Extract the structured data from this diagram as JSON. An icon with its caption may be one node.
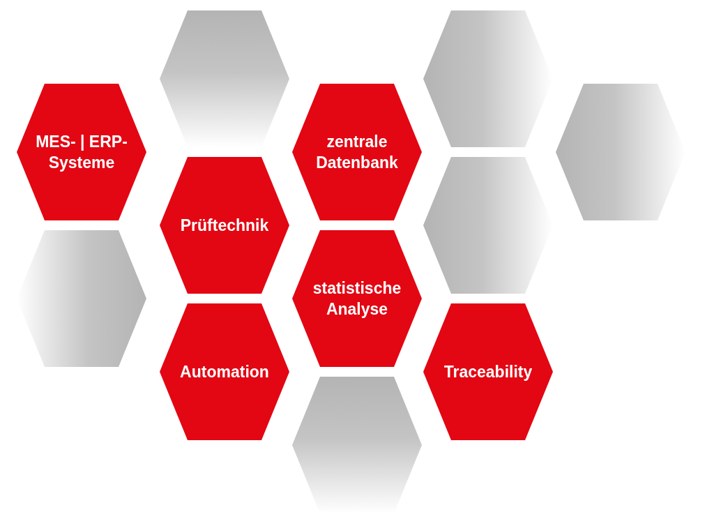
{
  "diagram": {
    "nodes": [
      {
        "text": [],
        "shape": "hexagon"
      },
      {
        "text": [],
        "shape": "hexagon"
      },
      {
        "text": [
          "MES- | ERP- Systeme"
        ]
      },
      {
        "text": [
          "zentrale Datenbank"
        ]
      },
      {
        "text": [],
        "shape": "hexagon"
      },
      {
        "text": [
          "Prüftechnik"
        ]
      },
      {
        "text": [],
        "shape": "hexagon"
      },
      {
        "text": [],
        "shape": "hexagon"
      },
      {
        "text": [
          "statistische Analyse"
        ]
      },
      {
        "text": [
          "Automation"
        ]
      },
      {
        "text": [
          "Traceability"
        ]
      },
      {
        "text": [],
        "shape": "hexagon"
      }
    ]
  }
}
